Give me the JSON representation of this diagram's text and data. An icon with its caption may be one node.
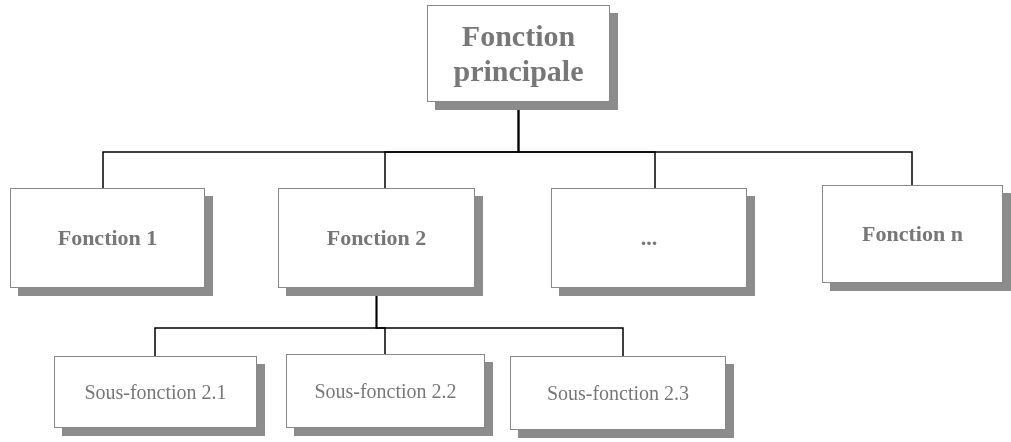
{
  "diagram": {
    "nodes": [
      {
        "text": [
          "Fonction principale"
        ]
      },
      {
        "text": [
          "Fonction 1"
        ]
      },
      {
        "text": [
          "Fonction 2"
        ]
      },
      {
        "text": [
          "..."
        ]
      },
      {
        "text": [
          "Fonction n"
        ]
      },
      {
        "text": [
          "Sous-fonction 2.1"
        ]
      },
      {
        "text": [
          "Sous-fonction 2.2"
        ]
      },
      {
        "text": [
          "Sous-fonction 2.3"
        ]
      }
    ],
    "edges": [
      {
        "from": 0,
        "to": 1,
        "arrow": "none"
      },
      {
        "from": 0,
        "to": 2,
        "arrow": "none"
      },
      {
        "from": 0,
        "to": 3,
        "arrow": "none"
      },
      {
        "from": 0,
        "to": 4,
        "arrow": "none"
      },
      {
        "from": 2,
        "to": 5,
        "arrow": "none"
      },
      {
        "from": 2,
        "to": 6,
        "arrow": "none"
      },
      {
        "from": 2,
        "to": 7,
        "arrow": "none"
      }
    ]
  }
}
